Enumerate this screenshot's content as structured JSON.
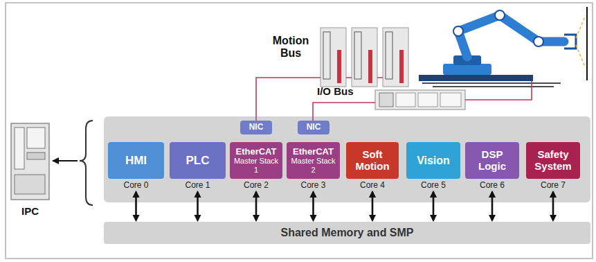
{
  "diagram": {
    "nodes": [
      {
        "text": [
          "NIC"
        ]
      },
      {
        "text": [
          "NIC"
        ]
      },
      {
        "text": [
          "HMI",
          "Core 0"
        ]
      },
      {
        "text": [
          "PLC",
          "Core 1"
        ]
      },
      {
        "text": [
          "EtherCAT",
          "Master Stack 1",
          "Core 2"
        ]
      },
      {
        "text": [
          "EtherCAT",
          "Master Stack 2",
          "Core 3"
        ]
      },
      {
        "text": [
          "Soft Motion",
          "Core 4"
        ]
      },
      {
        "text": [
          "Vision",
          "Core 5"
        ]
      },
      {
        "text": [
          "DSP Logic",
          "Core 6"
        ]
      },
      {
        "text": [
          "Safety System",
          "Core 7"
        ]
      },
      {
        "text": [
          "Shared Memory and SMP"
        ]
      }
    ],
    "edges": [
      {
        "from": 2,
        "to": 10,
        "arrow": "both"
      },
      {
        "from": 3,
        "to": 10,
        "arrow": "both"
      },
      {
        "from": 4,
        "to": 10,
        "arrow": "both"
      },
      {
        "from": 5,
        "to": 10,
        "arrow": "both"
      },
      {
        "from": 6,
        "to": 10,
        "arrow": "both"
      },
      {
        "from": 7,
        "to": 10,
        "arrow": "both"
      },
      {
        "from": 8,
        "to": 10,
        "arrow": "both"
      },
      {
        "from": 9,
        "to": 10,
        "arrow": "both"
      }
    ],
    "labels": [
      "Motion Bus",
      "I/O Bus",
      "IPC"
    ]
  }
}
